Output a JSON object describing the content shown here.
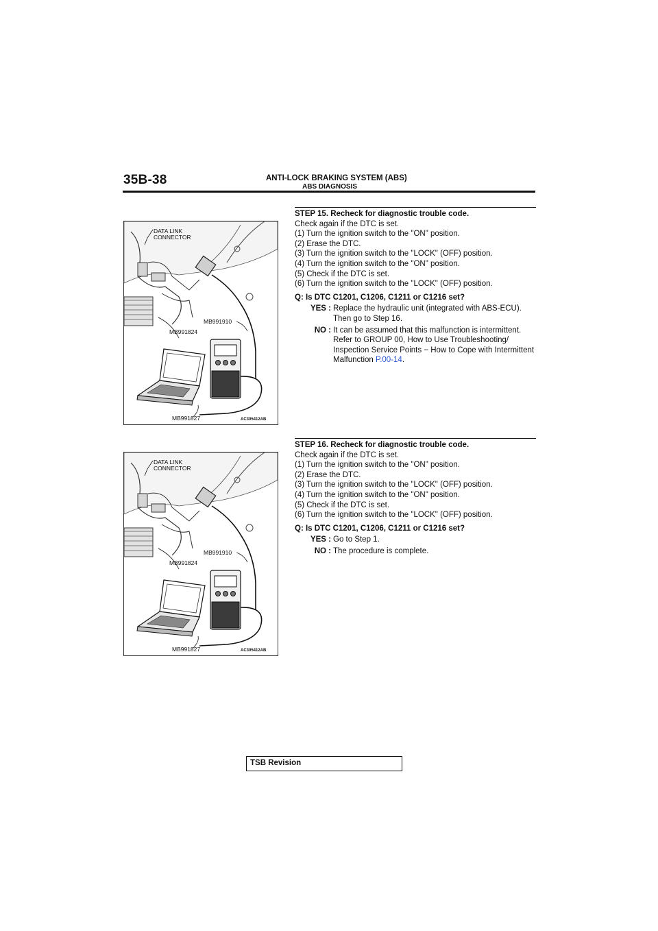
{
  "header": {
    "page_number": "35B-38",
    "title": "ANTI-LOCK BRAKING SYSTEM (ABS)",
    "subtitle": "ABS DIAGNOSIS"
  },
  "figure": {
    "label_connector_line1": "DATA LINK",
    "label_connector_line2": "CONNECTOR",
    "label_cable": "MB991910",
    "label_tool": "MB991824",
    "label_laptop": "MB991827",
    "code": "AC305412AB"
  },
  "steps": [
    {
      "title": "STEP 15. Recheck for diagnostic trouble code.",
      "intro": "Check again if the DTC is set.",
      "items": [
        "(1) Turn the ignition switch to the \"ON\" position.",
        "(2) Erase the DTC.",
        "(3) Turn the ignition switch to the \"LOCK\" (OFF) position.",
        "(4) Turn the ignition switch to the \"ON\" position.",
        "(5) Check if the DTC is set.",
        "(6) Turn the ignition switch to the \"LOCK\" (OFF) position."
      ],
      "question": "Q: Is DTC C1201, C1206, C1211 or C1216 set?",
      "yes_label": "YES :",
      "yes_text": "Replace the hydraulic unit (integrated with ABS-ECU). Then go to Step 16.",
      "no_label": "NO :",
      "no_text": "It can be assumed that this malfunction is intermittent. Refer to GROUP 00, How to Use Troubleshooting/ Inspection Service Points − How to Cope with Intermittent Malfunction ",
      "no_link": "P.00-14",
      "no_end": "."
    },
    {
      "title": "STEP 16. Recheck for diagnostic trouble code.",
      "intro": "Check again if the DTC is set.",
      "items": [
        "(1) Turn the ignition switch to the \"ON\" position.",
        "(2) Erase the DTC.",
        "(3) Turn the ignition switch to the \"LOCK\" (OFF) position.",
        "(4) Turn the ignition switch to the \"ON\" position.",
        "(5) Check if the DTC is set.",
        "(6) Turn the ignition switch to the \"LOCK\" (OFF) position."
      ],
      "question": "Q: Is DTC C1201, C1206, C1211 or C1216 set?",
      "yes_label": "YES :",
      "yes_text": "Go to Step 1.",
      "no_label": "NO :",
      "no_text": "The procedure is complete."
    }
  ],
  "footer": {
    "label": "TSB Revision"
  }
}
